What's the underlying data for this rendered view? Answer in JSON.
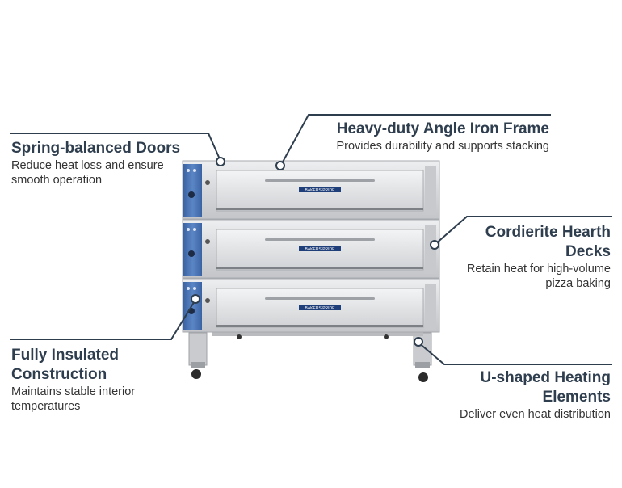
{
  "callouts": {
    "doors": {
      "title": "Spring-balanced Doors",
      "desc": "Reduce heat loss and ensure smooth operation"
    },
    "frame": {
      "title": "Heavy-duty Angle Iron Frame",
      "desc": "Provides durability and supports stacking"
    },
    "hearth": {
      "title": "Cordierite Hearth Decks",
      "desc": "Retain heat for high-volume pizza baking"
    },
    "insulated": {
      "title": "Fully Insulated Construction",
      "desc": "Maintains stable interior temperatures"
    },
    "heating": {
      "title": "U-shaped Heating Elements",
      "desc": "Deliver even heat distribution"
    }
  },
  "oven": {
    "brand_label": "BAKERS PRIDE",
    "deck_count": 3
  },
  "colors": {
    "line": "#2f3e4e",
    "steel": "#d9dadc",
    "panel_blue": "#4a76b8"
  }
}
